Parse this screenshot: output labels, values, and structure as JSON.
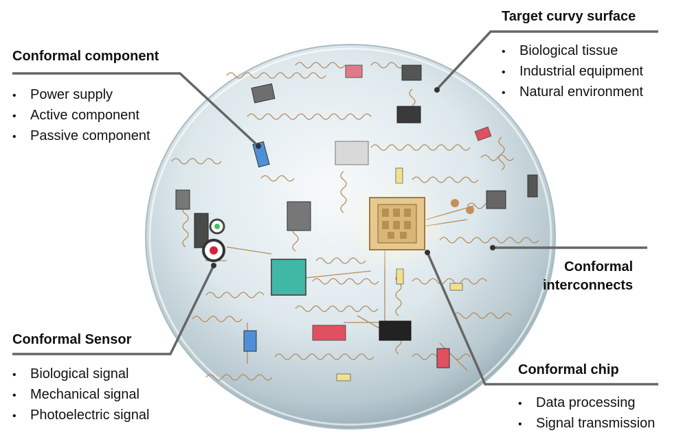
{
  "callouts": {
    "component": {
      "title": "Conformal component",
      "items": [
        "Power supply",
        "Active component",
        "Passive component"
      ]
    },
    "target": {
      "title": "Target curvy surface",
      "items": [
        "Biological tissue",
        "Industrial equipment",
        "Natural environment"
      ]
    },
    "interconnects": {
      "title_line1": "Conformal",
      "title_line2": "interconnects"
    },
    "sensor": {
      "title": "Conformal Sensor",
      "items": [
        "Biological signal",
        "Mechanical signal",
        "Photoelectric signal"
      ]
    },
    "chip": {
      "title": "Conformal chip",
      "items": [
        "Data processing",
        "Signal transmission"
      ]
    }
  },
  "colors": {
    "sphere_light": "#f4f8fa",
    "sphere_mid": "#cfdde3",
    "sphere_dark": "#9fb3bb",
    "trace": "#b58a5a",
    "leader": "#666666",
    "chip_gold": "#e7c98f",
    "sensor_chip": "#3fb8a6",
    "component_blue": "#4f8fd6",
    "component_red": "#e05060",
    "component_dark": "#3a3a3a"
  }
}
